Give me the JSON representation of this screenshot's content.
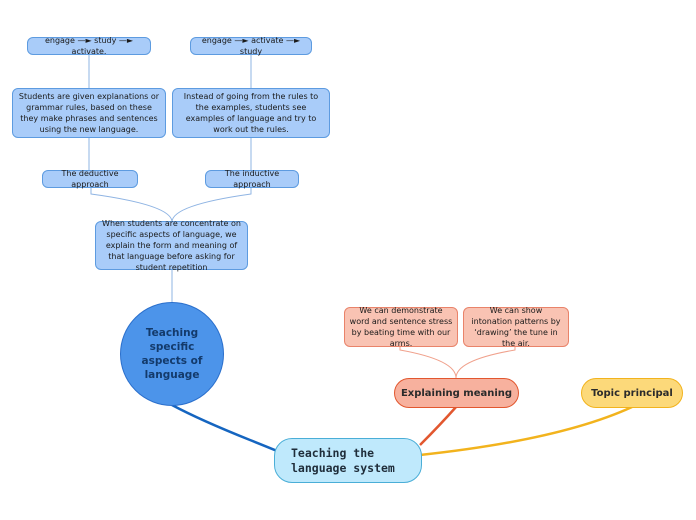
{
  "root": {
    "label": "Teaching the language system"
  },
  "topics": {
    "teaching_specific": {
      "label": "Teaching specific aspects of language"
    },
    "explaining_meaning": {
      "label": "Explaining meaning"
    },
    "topic_principal": {
      "label": "Topic principal"
    }
  },
  "nodes": {
    "concentrate": "When students are concentrate on specific aspects of language, we explain the form and meaning of that language before asking for student repetition",
    "deductive": "The deductive approach",
    "inductive": "The inductive approach",
    "deductive_desc": "Students are given explanations or grammar rules, based on these they make phrases and sentences using the new language.",
    "inductive_desc": "Instead of going from the rules to the examples, students see examples of language and try to work out the rules.",
    "deductive_seq": "engage —► study —► activate.",
    "inductive_seq": "engage —► activate —► study",
    "demonstrate": "We can demonstrate word and sentence stress by beating time with our arms.",
    "intonation": "We can show intonation patterns by ‘drawing’ the tune in the air."
  },
  "colors": {
    "blue_branch": "#1565c0",
    "orange_branch": "#e2572f",
    "yellow_branch": "#f2b31d",
    "thin_link": "#8fb4e3",
    "thin_link_salmon": "#f0a18c"
  }
}
